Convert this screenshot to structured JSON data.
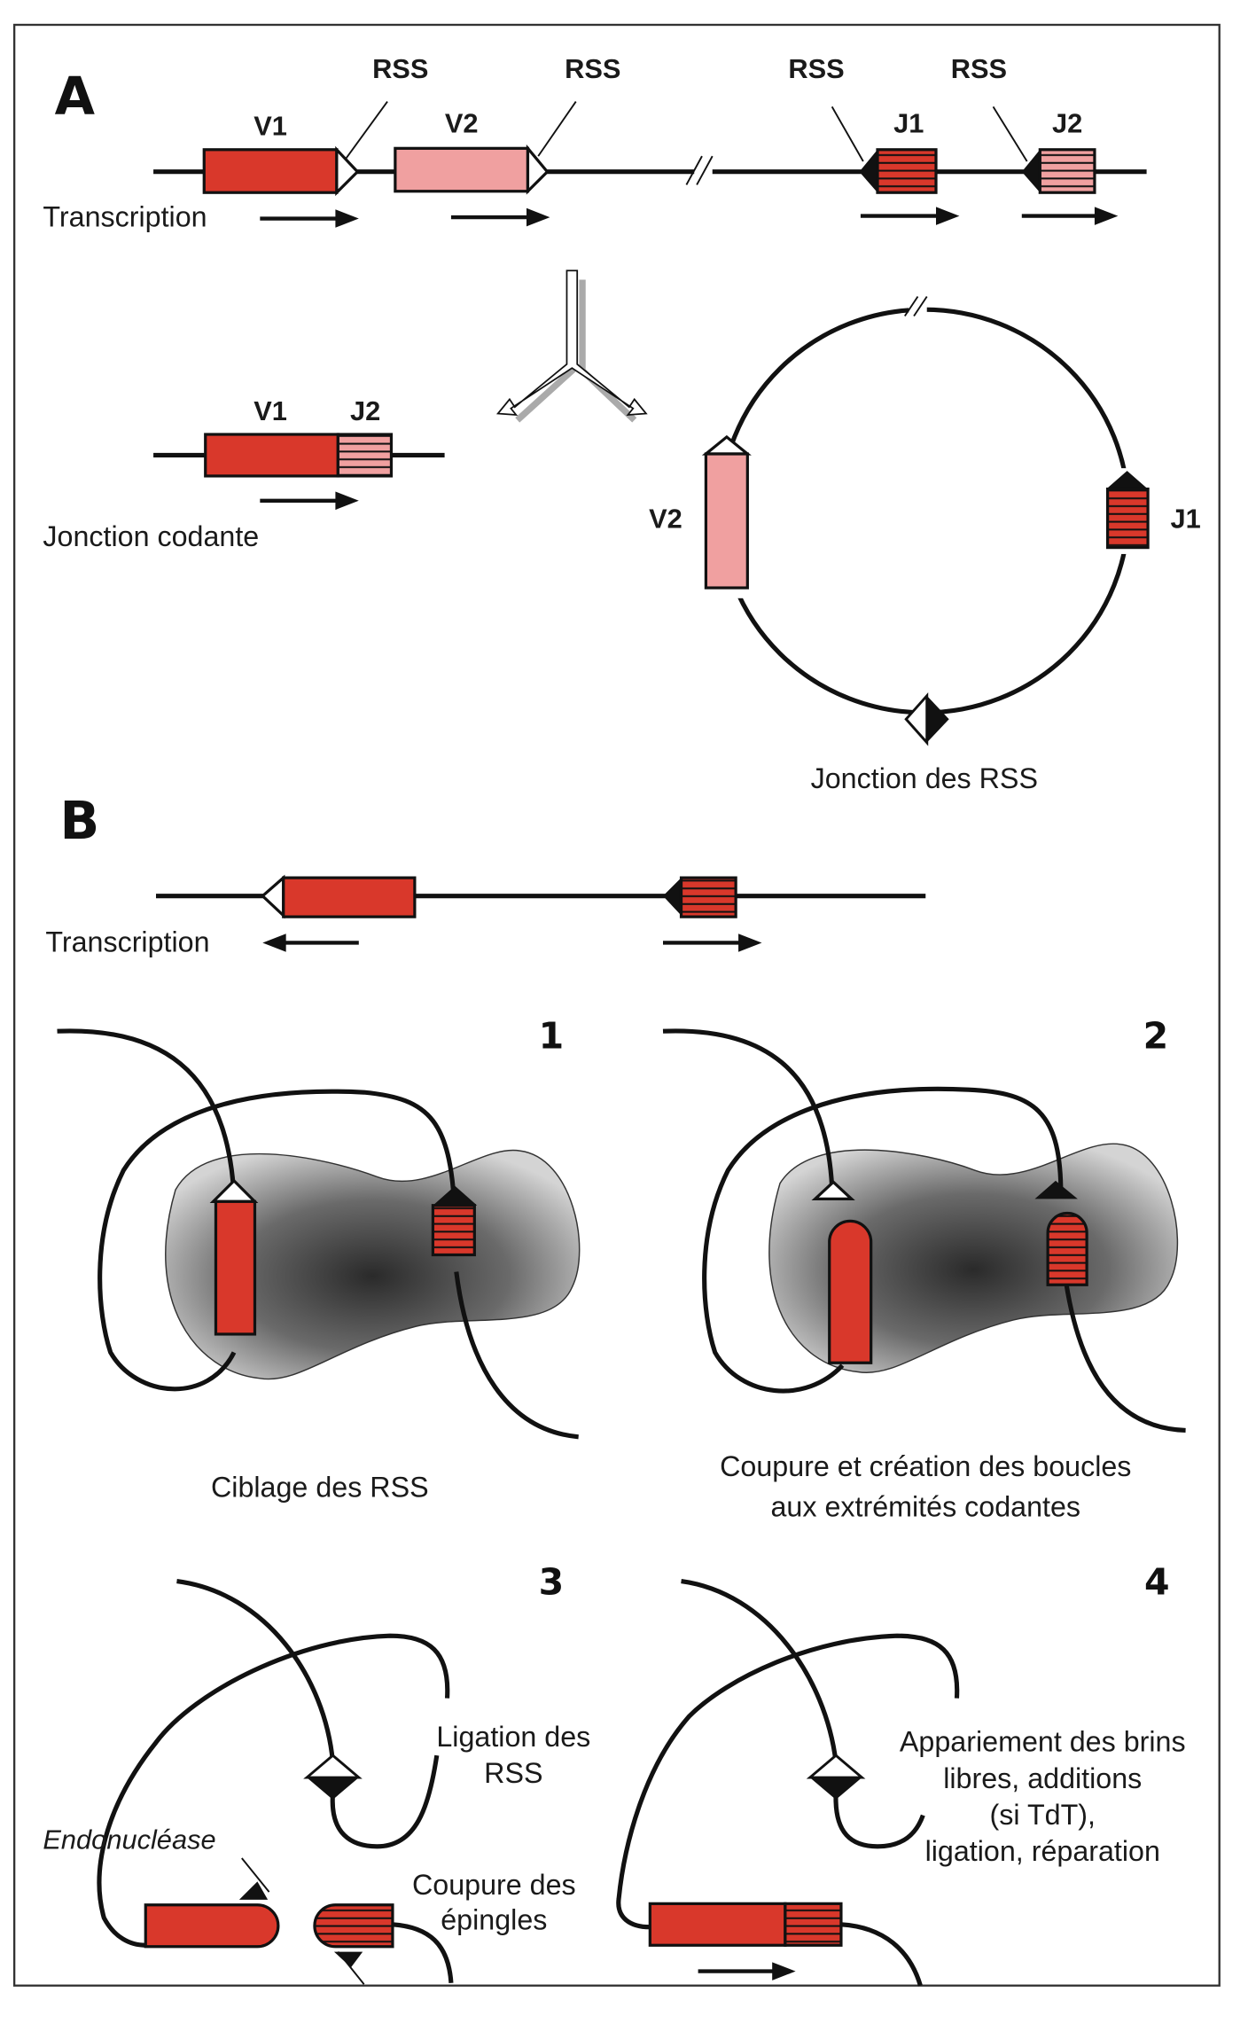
{
  "colors": {
    "gene_red": "#d9382b",
    "gene_pink": "#f0a0a0",
    "line": "#111111",
    "frame": "#333333"
  },
  "panel_a": {
    "label": "A",
    "rss_labels": [
      "RSS",
      "RSS",
      "RSS",
      "RSS"
    ],
    "segments": [
      "V1",
      "V2",
      "J1",
      "J2"
    ],
    "transcription_label": "Transcription",
    "coding_joint": {
      "segments": [
        "V1",
        "J2"
      ],
      "label": "Jonction codante"
    },
    "signal_circle": {
      "segments": [
        "V2",
        "J1"
      ],
      "label": "Jonction des RSS"
    }
  },
  "panel_b": {
    "label": "B",
    "transcription_label": "Transcription",
    "steps": [
      {
        "number": "1",
        "caption": [
          "Ciblage des RSS"
        ]
      },
      {
        "number": "2",
        "caption": [
          "Coupure et création des boucles",
          "aux extrémités codantes"
        ]
      },
      {
        "number": "3",
        "caption_rss": [
          "Ligation des",
          "RSS"
        ],
        "endonuclease": "Endonucléase",
        "caption_hairpin": [
          "Coupure des",
          "épingles"
        ]
      },
      {
        "number": "4",
        "caption": [
          "Appariement des brins",
          "libres, additions",
          "(si TdT),",
          "ligation, réparation"
        ]
      }
    ]
  }
}
